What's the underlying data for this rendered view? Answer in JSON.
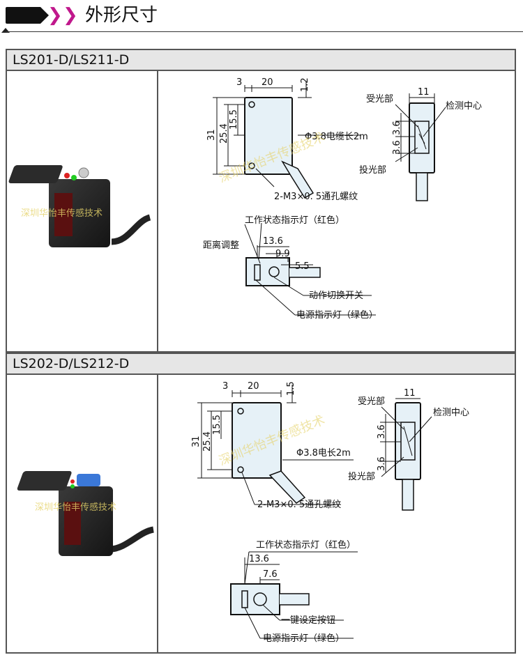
{
  "header": {
    "title": "外形尺寸"
  },
  "watermark": "深圳华怡丰传感技术",
  "models": [
    {
      "name": "LS201-D/LS211-D",
      "dims": {
        "w": "20",
        "left": "3",
        "top": "1.2",
        "h": "31",
        "h2": "25.4",
        "h3": "15.5",
        "side_w": "11",
        "v1": "3.6",
        "v2": "3.6",
        "b1": "13.6",
        "b2": "9.9",
        "b3": "5.5"
      },
      "labels": {
        "cable": "Φ3.8电缆长2m",
        "screw": "2-M3×0. 5通孔螺纹",
        "receiver": "受光部",
        "center": "检测中心",
        "emitter": "投光部",
        "status_led": "工作状态指示灯（红色）",
        "distance": "距离调整",
        "switch": "动作切换开关",
        "power_led": "电源指示灯（绿色）"
      }
    },
    {
      "name": "LS202-D/LS212-D",
      "dims": {
        "w": "20",
        "left": "3",
        "top": "1.5",
        "h": "31",
        "h2": "25.4",
        "h3": "15.5",
        "side_w": "11",
        "v1": "3.6",
        "v2": "3.6",
        "b1": "13.6",
        "b2": "7.6"
      },
      "labels": {
        "cable": "Φ3.8电长2m",
        "screw": "2-M3×0. 5通孔螺纹",
        "receiver": "受光部",
        "center": "检测中心",
        "emitter": "投光部",
        "status_led": "工作状态指示灯（红色）",
        "button": "一键设定按钮",
        "power_led": "电源指示灯（绿色）"
      }
    }
  ]
}
